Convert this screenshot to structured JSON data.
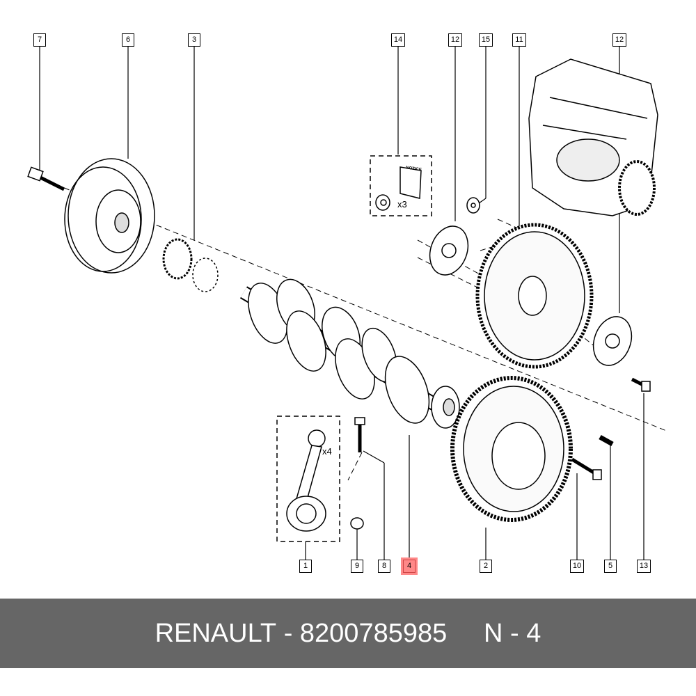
{
  "diagram": {
    "callouts_top": [
      "7",
      "6",
      "3",
      "14",
      "12",
      "15",
      "11",
      "12"
    ],
    "callouts_bottom": [
      "1",
      "9",
      "8",
      "4",
      "2",
      "10",
      "5",
      "13"
    ],
    "highlighted_callout": "4",
    "kit_notice_label": "NOTICE",
    "kit_quantity": "x3",
    "rod_quantity": "x4",
    "highlight_color": "#ff8888"
  },
  "banner": {
    "brand": "RENAULT",
    "part_number": "8200785985",
    "separator": "-",
    "position_label": "N - 4",
    "background_color": "#666666"
  }
}
